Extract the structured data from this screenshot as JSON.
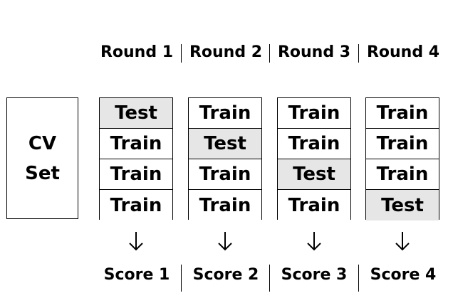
{
  "cv_set": {
    "line1": "CV",
    "line2": "Set"
  },
  "rounds": [
    {
      "label": "Round 1",
      "score": "Score 1",
      "cells": [
        "Test",
        "Train",
        "Train",
        "Train"
      ],
      "test_index": 0
    },
    {
      "label": "Round 2",
      "score": "Score 2",
      "cells": [
        "Train",
        "Test",
        "Train",
        "Train"
      ],
      "test_index": 1
    },
    {
      "label": "Round 3",
      "score": "Score 3",
      "cells": [
        "Train",
        "Train",
        "Test",
        "Train"
      ],
      "test_index": 2
    },
    {
      "label": "Round 4",
      "score": "Score 4",
      "cells": [
        "Train",
        "Train",
        "Train",
        "Test"
      ],
      "test_index": 3
    }
  ],
  "colors": {
    "test_fill": "#e6e6e6",
    "train_fill": "#ffffff",
    "stroke": "#000000"
  },
  "icons": {
    "arrow": "down-arrow-icon"
  }
}
